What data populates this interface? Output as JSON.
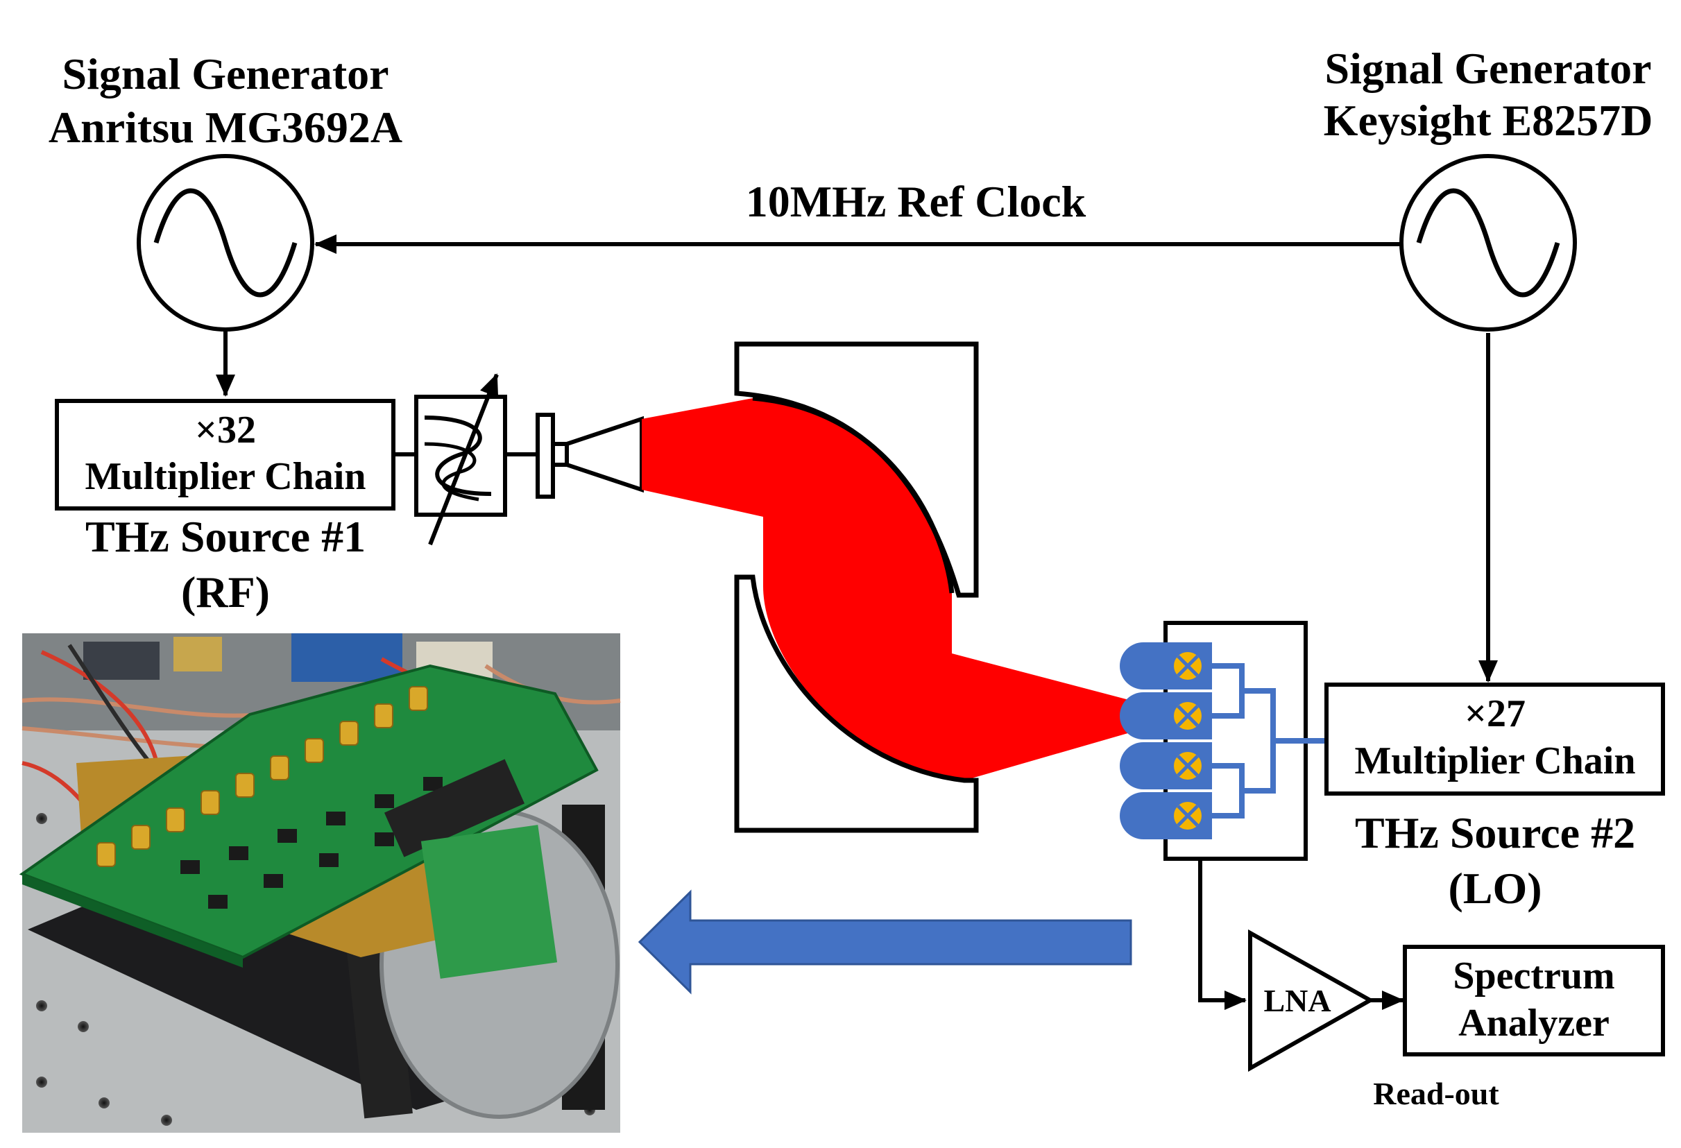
{
  "generator_left": {
    "line1": "Signal Generator",
    "line2": "Anritsu MG3692A"
  },
  "generator_right": {
    "line1": "Signal Generator",
    "line2": "Keysight E8257D"
  },
  "ref_clock_label": "10MHz Ref Clock",
  "source1": {
    "factor": "×32",
    "chain": "Multiplier Chain",
    "name": "THz Source #1",
    "role": "(RF)"
  },
  "source2": {
    "factor": "×27",
    "chain": "Multiplier Chain",
    "name": "THz Source #2",
    "role": "(LO)"
  },
  "lna_label": "LNA",
  "spectrum_analyzer": {
    "line1": "Spectrum",
    "line2": "Analyzer"
  },
  "readout_label": "Read-out",
  "colors": {
    "beam": "#ff0000",
    "mixer_array": "#4472c4",
    "mixer_symbol": "#f5b400",
    "arrow": "#4472c4",
    "photo_board": "#1f8a3e"
  }
}
